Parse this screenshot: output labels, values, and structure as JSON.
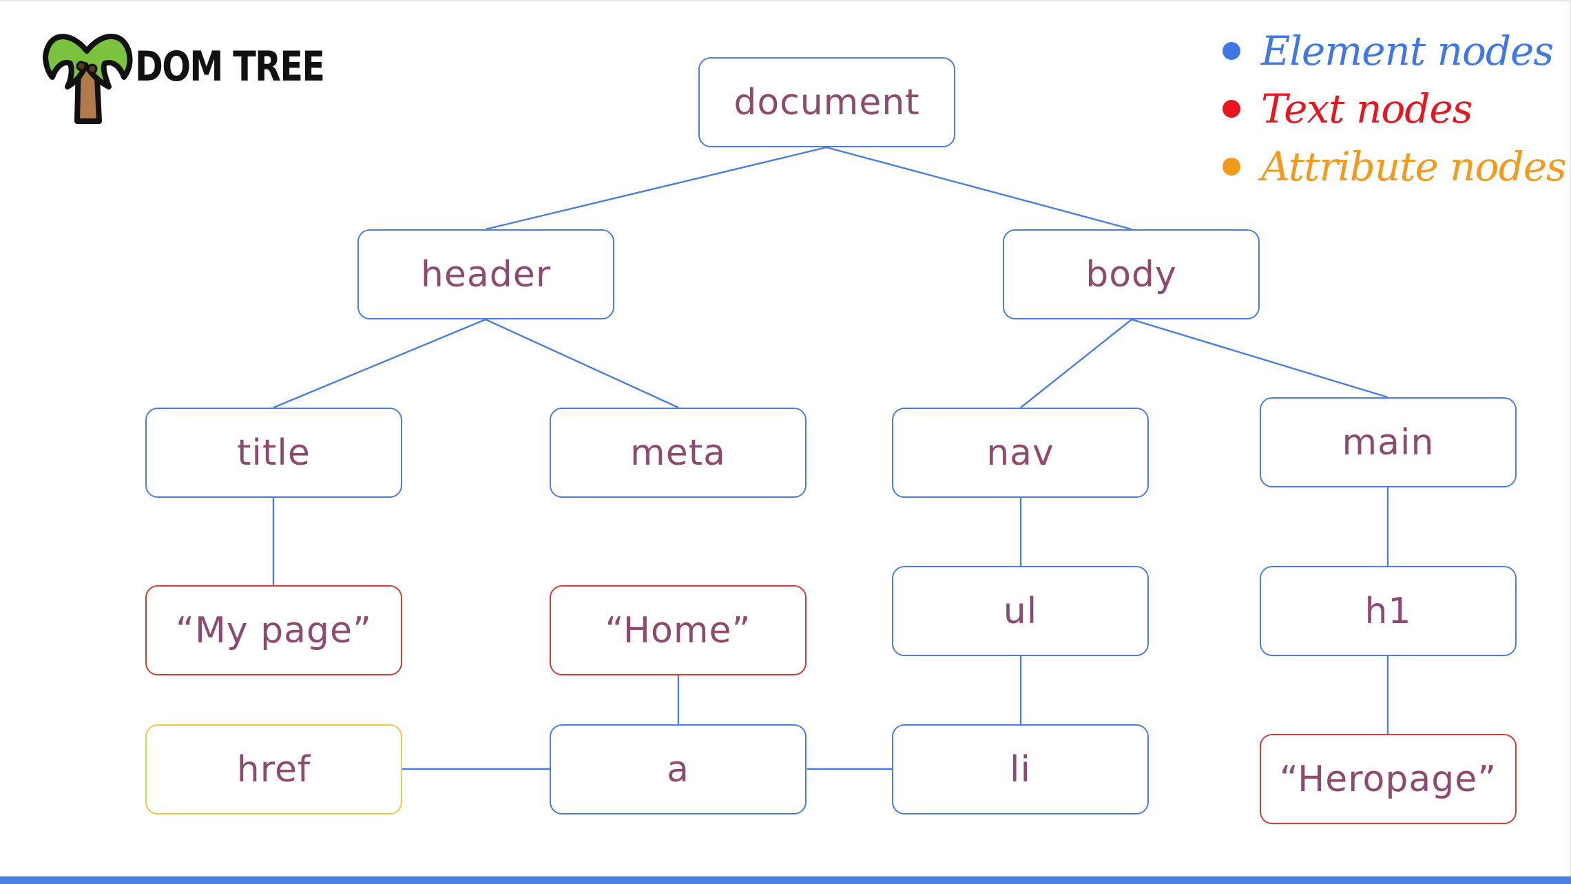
{
  "logo": {
    "title": "DOM TREE",
    "icon": "palm-tree-icon"
  },
  "legend": [
    {
      "label": "Element nodes",
      "color": "#3f78e6"
    },
    {
      "label": "Text nodes",
      "color": "#e8141e"
    },
    {
      "label": "Attribute nodes",
      "color": "#f39a1c"
    }
  ],
  "nodes": {
    "document": "document",
    "header": "header",
    "body": "body",
    "title": "title",
    "meta": "meta",
    "nav": "nav",
    "main": "main",
    "my_page": "“My page”",
    "home": "“Home”",
    "ul": "ul",
    "h1": "h1",
    "href": "href",
    "a": "a",
    "li": "li",
    "heropage": "“Heropage”"
  },
  "colors": {
    "element_border": "#4a7de0",
    "text_border": "#d43a3a",
    "attribute_border": "#e8c94a",
    "node_text": "#8e4a6e",
    "bottom_bar": "#4a7ee8"
  }
}
